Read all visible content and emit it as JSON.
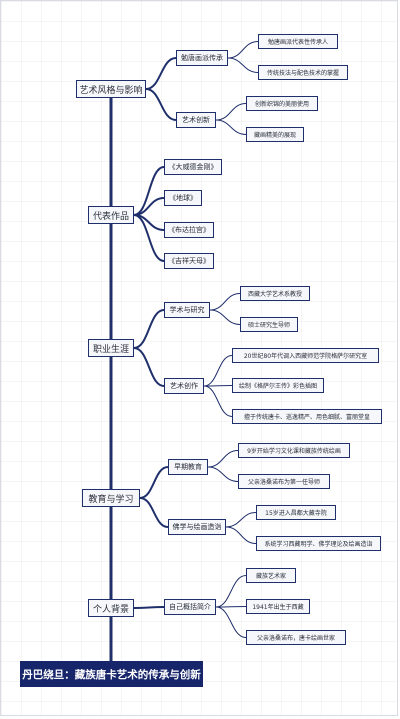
{
  "title": "丹巴绕旦：藏族唐卡艺术的传承与创新",
  "colors": {
    "line": "#1f2f6b",
    "node_fill": "#f5f7fb",
    "root_fill": "#17256a",
    "root_text": "#ffffff"
  },
  "branches": [
    {
      "label": "艺术风格与影响",
      "children": [
        {
          "label": "勉唐画派传承",
          "children": [
            "勉唐画派代表性传承人",
            "传统技法与配色技术的掌握"
          ]
        },
        {
          "label": "艺术创新",
          "children": [
            "创新织锦的美丽使用",
            "藏画精美的展现"
          ]
        }
      ]
    },
    {
      "label": "代表作品",
      "children": [
        {
          "label": "《大威德金刚》",
          "children": []
        },
        {
          "label": "《地球》",
          "children": []
        },
        {
          "label": "《布达拉宫》",
          "children": []
        },
        {
          "label": "《吉祥天母》",
          "children": []
        }
      ]
    },
    {
      "label": "职业生涯",
      "children": [
        {
          "label": "学术与研究",
          "children": [
            "西藏大学艺术系教授",
            "硕士研究生导师"
          ]
        },
        {
          "label": "艺术创作",
          "children": [
            "20世纪80年代调入西藏师范学院格萨尔研究室",
            "绘制《格萨尔王传》彩色插图",
            "擅于传统唐卡、巡逸精严、用色细腻、富丽堂皇"
          ]
        }
      ]
    },
    {
      "label": "教育与学习",
      "children": [
        {
          "label": "早期教育",
          "children": [
            "9岁开始学习文化课和藏族传统绘画",
            "父亲洛桑诺布为第一任导师"
          ]
        },
        {
          "label": "佛学与绘画造诣",
          "children": [
            "15岁进入昌都大藏寺院",
            "系统学习西藏明学、佛学理论及绘画造诣"
          ]
        }
      ]
    },
    {
      "label": "个人背景",
      "children": [
        {
          "label": "自己概括简介",
          "children": [
            "藏族艺术家",
            "1941年出生于西藏",
            "父亲洛桑诺布，唐卡绘画世家"
          ]
        }
      ]
    }
  ]
}
